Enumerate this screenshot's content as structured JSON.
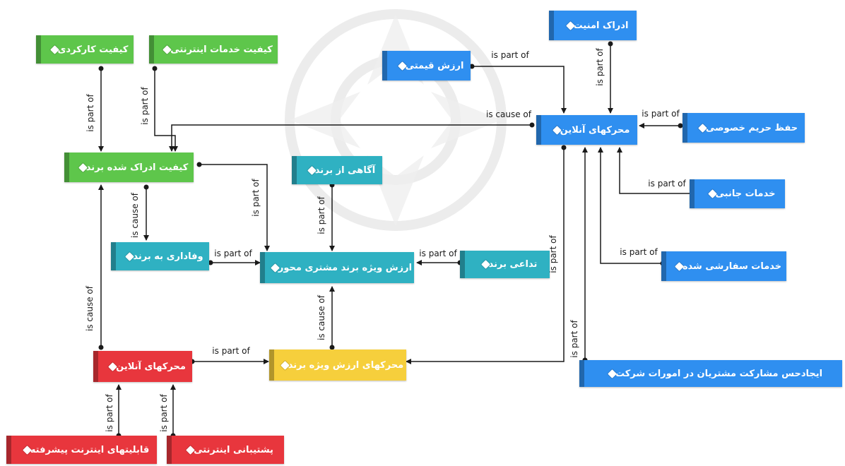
{
  "colors": {
    "green": "#5ec64b",
    "blue": "#2f8ff0",
    "teal": "#2fb1c2",
    "red": "#e8363d",
    "yellow": "#f6cf3c",
    "edge": "#1a1a1a"
  },
  "nodes": {
    "functional_quality": "کیفیت کارکردی",
    "internet_services_quality": "کیفیت خدمات اینترنتی",
    "perceived_brand_quality": "کیفیت ادراک شده برند",
    "brand_loyalty": "وفاداری به برند",
    "brand_awareness": "آگاهی از برند",
    "customer_based_brand_equity": "ارزش ویژه برند مشتری محور",
    "brand_association": "تداعی برند",
    "online_drivers_red": "محرکهای آنلاین",
    "brand_equity_drivers": "محرکهای ارزش ویژه برند",
    "advanced_internet_capabilities": "قابلیتهای اینترنت پیشرفته",
    "internet_support": "پشتیبانی اینترنتی",
    "security_perception": "ادراک امنیت",
    "monetary_value": "ارزش قیمتی",
    "online_drivers_blue": "محرکهای آنلاین",
    "privacy_protection": "حفظ حریم خصوصی",
    "side_services": "خدمات جانبی",
    "customized_services": "خدمات سفارشی شده",
    "customer_participation": "ایجادحس مشارکت مشتریان در امورات شرکت"
  },
  "edge_labels": {
    "is_part_of": "is part of",
    "is_cause_of": "is cause of"
  }
}
